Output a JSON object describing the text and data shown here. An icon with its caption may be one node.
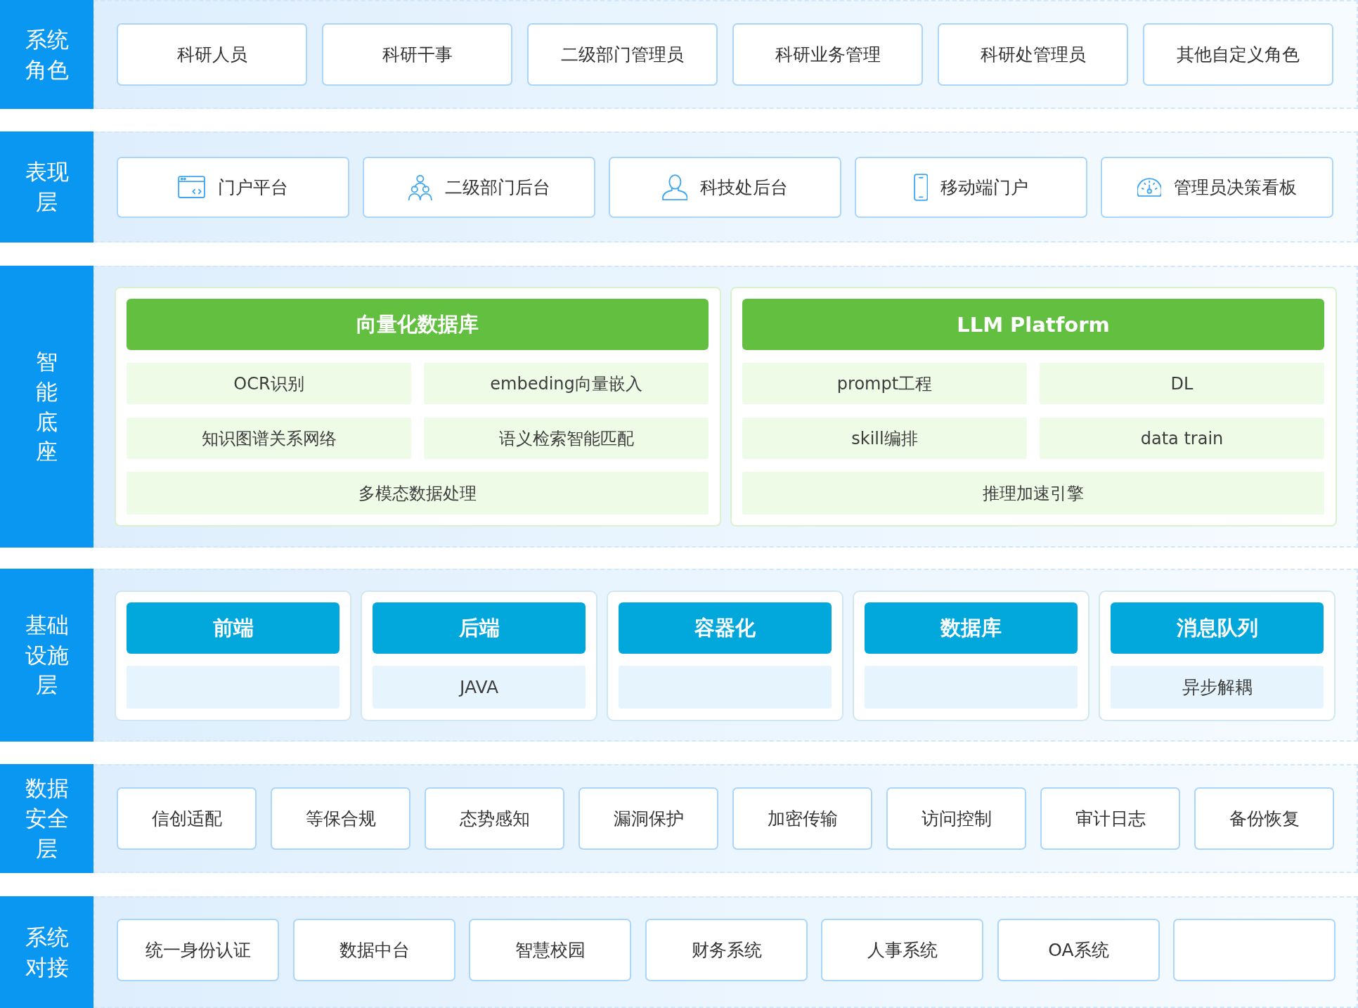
{
  "diagram": {
    "nodes": [
      {
        "text": [
          "系统角色"
        ]
      },
      {
        "text": [
          "科研人员"
        ],
        "in": 0
      },
      {
        "text": [
          "科研干事"
        ],
        "in": 0
      },
      {
        "text": [
          "二级部门管理员"
        ],
        "in": 0
      },
      {
        "text": [
          "科研业务管理"
        ],
        "in": 0
      },
      {
        "text": [
          "科研处管理员"
        ],
        "in": 0
      },
      {
        "text": [
          "其他自定义角色"
        ],
        "in": 0
      },
      {
        "text": [
          "表现层"
        ]
      },
      {
        "text": [
          "门户平台"
        ],
        "in": 7
      },
      {
        "text": [
          "二级部门后台"
        ],
        "in": 7
      },
      {
        "text": [
          "科技处后台"
        ],
        "in": 7
      },
      {
        "text": [
          "移动端门户"
        ],
        "in": 7
      },
      {
        "text": [
          "管理员决策看板"
        ],
        "in": 7
      },
      {
        "text": [
          "智能底座"
        ]
      },
      {
        "text": [],
        "shape": "box",
        "in": 13
      },
      {
        "text": [
          "向量化数据库"
        ],
        "in": 14
      },
      {
        "text": [
          "OCR识别"
        ],
        "in": 14
      },
      {
        "text": [
          "embeding向量嵌入"
        ],
        "in": 14
      },
      {
        "text": [
          "知识图谱关系网络"
        ],
        "in": 14
      },
      {
        "text": [
          "语义检索智能匹配"
        ],
        "in": 14
      },
      {
        "text": [
          "多模态数据处理"
        ],
        "in": 14
      },
      {
        "text": [],
        "shape": "box",
        "in": 13
      },
      {
        "text": [
          "LLM Platform"
        ],
        "in": 21
      },
      {
        "text": [
          "prompt工程"
        ],
        "in": 21
      },
      {
        "text": [
          "DL"
        ],
        "in": 21
      },
      {
        "text": [
          "skill编排"
        ],
        "in": 21
      },
      {
        "text": [
          "data train"
        ],
        "in": 21
      },
      {
        "text": [
          "推理加速引擎"
        ],
        "in": 21
      },
      {
        "text": [
          "基础设施层"
        ]
      },
      {
        "text": [],
        "shape": "box",
        "in": 28
      },
      {
        "text": [
          "前端"
        ],
        "in": 29
      },
      {
        "text": [],
        "shape": "box",
        "in": 29
      },
      {
        "text": [],
        "shape": "box",
        "in": 28
      },
      {
        "text": [
          "后端"
        ],
        "in": 32
      },
      {
        "text": [
          "JAVA"
        ],
        "in": 32
      },
      {
        "text": [],
        "shape": "box",
        "in": 28
      },
      {
        "text": [
          "容器化"
        ],
        "in": 35
      },
      {
        "text": [],
        "shape": "box",
        "in": 35
      },
      {
        "text": [],
        "shape": "box",
        "in": 28
      },
      {
        "text": [
          "数据库"
        ],
        "in": 38
      },
      {
        "text": [],
        "shape": "box",
        "in": 38
      },
      {
        "text": [],
        "shape": "box",
        "in": 28
      },
      {
        "text": [
          "消息队列"
        ],
        "in": 41
      },
      {
        "text": [
          "异步解耦"
        ],
        "in": 41
      },
      {
        "text": [
          "数据安全层"
        ]
      },
      {
        "text": [
          "信创适配"
        ],
        "in": 44
      },
      {
        "text": [
          "等保合规"
        ],
        "in": 44
      },
      {
        "text": [
          "态势感知"
        ],
        "in": 44
      },
      {
        "text": [
          "漏洞保护"
        ],
        "in": 44
      },
      {
        "text": [
          "加密传输"
        ],
        "in": 44
      },
      {
        "text": [
          "访问控制"
        ],
        "in": 44
      },
      {
        "text": [
          "审计日志"
        ],
        "in": 44
      },
      {
        "text": [
          "备份恢复"
        ],
        "in": 44
      },
      {
        "text": [
          "系统对接"
        ]
      },
      {
        "text": [
          "统一身份认证"
        ],
        "in": 53
      },
      {
        "text": [
          "数据中台"
        ],
        "in": 53
      },
      {
        "text": [
          "智慧校园"
        ],
        "in": 53
      },
      {
        "text": [
          "财务系统"
        ],
        "in": 53
      },
      {
        "text": [
          "人事系统"
        ],
        "in": 53
      },
      {
        "text": [
          "OA系统"
        ],
        "in": 53
      },
      {
        "text": [],
        "shape": "box",
        "in": 53
      }
    ]
  }
}
